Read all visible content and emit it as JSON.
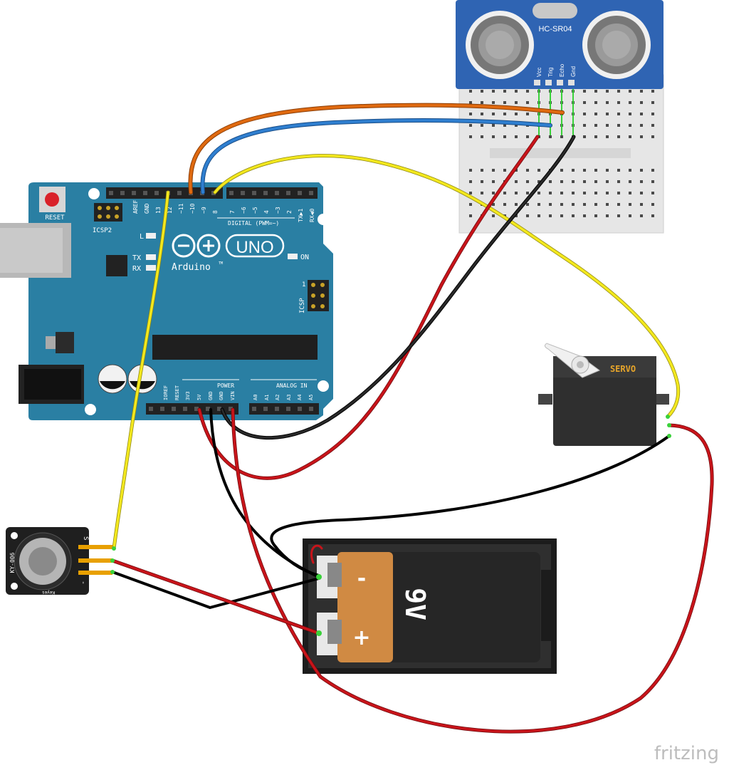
{
  "arduino": {
    "reset": "RESET",
    "icsp2": "ICSP2",
    "icsp": "ICSP",
    "icsp_pin1": "1",
    "led_l": "L",
    "led_tx": "TX",
    "led_rx": "RX",
    "on": "ON",
    "brand": "Arduino",
    "tm": "TM",
    "model": "UNO",
    "digital": "DIGITAL (PWM=~)",
    "power": "POWER",
    "analog": "ANALOG IN",
    "digital_pins": [
      "AREF",
      "GND",
      "13",
      "12",
      "~11",
      "~10",
      "~9",
      "8",
      "7",
      "~6",
      "~5",
      "4",
      "~3",
      "2",
      "TX▶1",
      "RX◀0"
    ],
    "power_pins": [
      "IOREF",
      "RESET",
      "3V3",
      "5V",
      "GND",
      "GND",
      "VIN"
    ],
    "analog_pins": [
      "A0",
      "A1",
      "A2",
      "A3",
      "A4",
      "A5"
    ]
  },
  "sensor": {
    "name": "HC-SR04",
    "pins": [
      "Vcc",
      "Trig",
      "Echo",
      "Gnd"
    ]
  },
  "servo": {
    "label": "SERVO"
  },
  "buzzer": {
    "model": "KY-006",
    "brand": "Keyes",
    "pin_s": "S",
    "pin_minus": "-"
  },
  "battery": {
    "voltage": "9V",
    "minus": "-",
    "plus": "+"
  },
  "watermark": "fritzing",
  "colors": {
    "board": "#2a7fa3",
    "wire_orange": "#e06a10",
    "wire_blue": "#2f7fd0",
    "wire_yellow": "#f3e81e",
    "wire_red": "#c8141a",
    "wire_black": "#111111",
    "sensor": "#2f64b3",
    "battery_body": "#2b2b2b",
    "battery_label": "#d08a43"
  }
}
